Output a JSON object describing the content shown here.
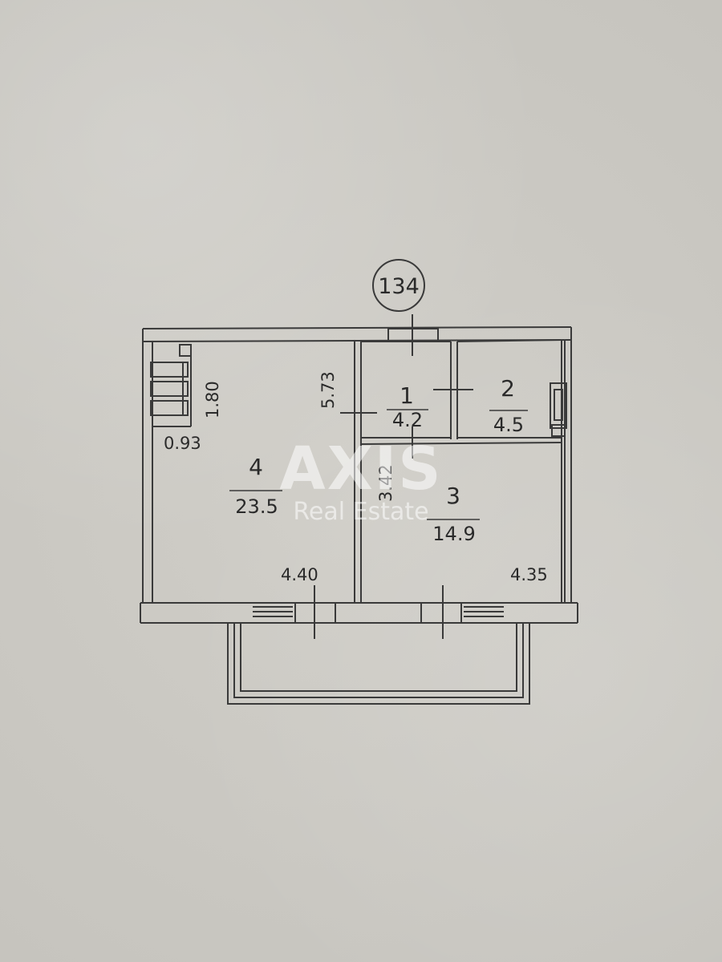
{
  "plan": {
    "unit_number": "134",
    "rooms": [
      {
        "id": "1",
        "number": "1",
        "area": "4.2"
      },
      {
        "id": "2",
        "number": "2",
        "area": "4.5"
      },
      {
        "id": "3",
        "number": "3",
        "area": "14.9"
      },
      {
        "id": "4",
        "number": "4",
        "area": "23.5"
      }
    ],
    "dimensions": {
      "d_180": "1.80",
      "d_093": "0.93",
      "d_573": "5.73",
      "d_342": "3.42",
      "d_440": "4.40",
      "d_435": "4.35"
    }
  },
  "watermark": {
    "brand": "AXIS",
    "tagline": "Real Estate"
  },
  "colors": {
    "line": "#3a3a3a",
    "paper": "#c9c7c1"
  }
}
